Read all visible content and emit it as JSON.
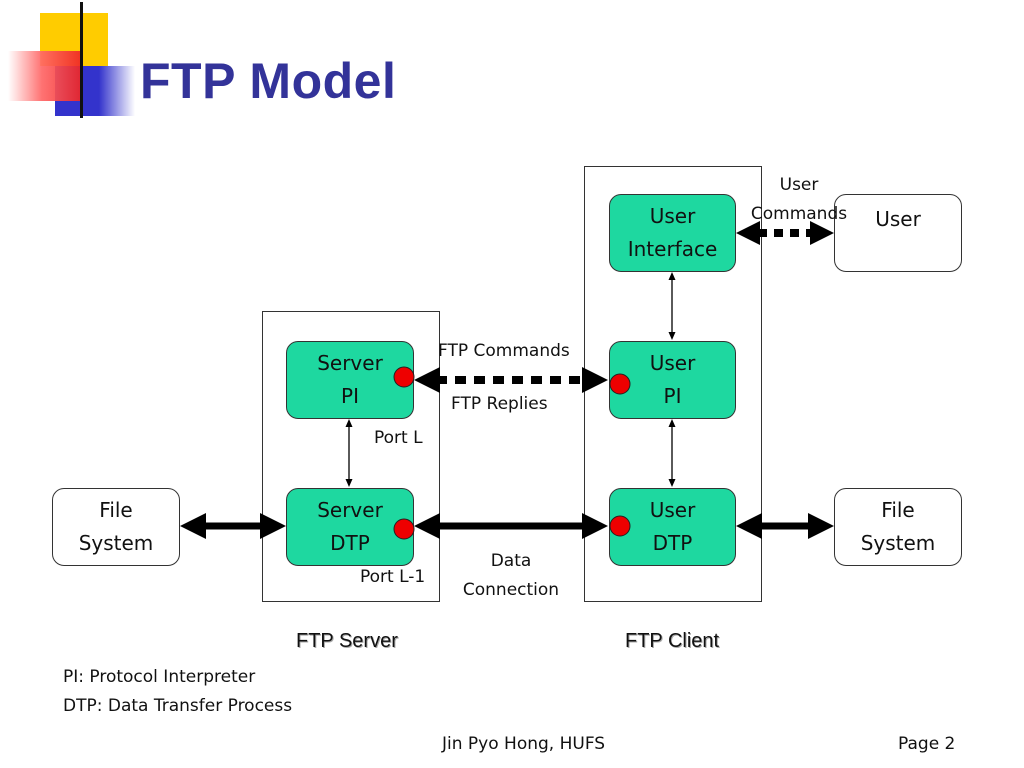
{
  "slide": {
    "title": "FTP Model",
    "colors": {
      "title": "#333399",
      "node_fill": "#1ed8a0",
      "port_dot": "#ee0000",
      "logo_yellow": "#ffcc00",
      "logo_red": "#ff3333",
      "logo_blue": "#3333cc"
    }
  },
  "nodes": {
    "user_interface": {
      "line1": "User",
      "line2": "Interface"
    },
    "user": {
      "line1": "User"
    },
    "server_pi": {
      "line1": "Server",
      "line2": "PI"
    },
    "user_pi": {
      "line1": "User",
      "line2": "PI"
    },
    "server_dtp": {
      "line1": "Server",
      "line2": "DTP"
    },
    "user_dtp": {
      "line1": "User",
      "line2": "DTP"
    },
    "file_system_left": {
      "line1": "File",
      "line2": "System"
    },
    "file_system_right": {
      "line1": "File",
      "line2": "System"
    }
  },
  "labels": {
    "user_commands_1": "User",
    "user_commands_2": "Commands",
    "ftp_commands": "FTP Commands",
    "ftp_replies": "FTP Replies",
    "port_l": "Port L",
    "port_l_minus_1": "Port L-1",
    "data_connection_1": "Data",
    "data_connection_2": "Connection"
  },
  "captions": {
    "server": "FTP Server",
    "client": "FTP Client"
  },
  "legend": {
    "pi": "PI: Protocol Interpreter",
    "dtp": "DTP: Data Transfer Process"
  },
  "footer": {
    "author": "Jin Pyo Hong, HUFS",
    "page": "Page 2"
  }
}
